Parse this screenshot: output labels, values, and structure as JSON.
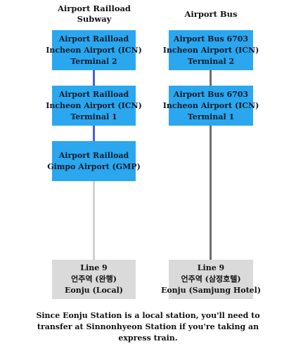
{
  "columns": {
    "subway": {
      "title_lines": [
        "Airport Railload",
        "Subway"
      ],
      "stops": [
        {
          "lines": [
            "Airport Railload",
            "Incheon Airport (ICN)",
            "Terminal 2"
          ]
        },
        {
          "lines": [
            "Airport Railload",
            "Incheon Airport (ICN)",
            "Terminal 1"
          ]
        },
        {
          "lines": [
            "Airport Railload",
            "Gimpo Airport (GMP)"
          ]
        }
      ],
      "destination": {
        "lines": [
          "Line 9",
          "언주역 (완행)",
          "Eonju (Local)"
        ]
      }
    },
    "bus": {
      "title_lines": [
        "Airport Bus"
      ],
      "stops": [
        {
          "lines": [
            "Airport Bus 6703",
            "Incheon Airport (ICN)",
            "Terminal 2"
          ]
        },
        {
          "lines": [
            "Airport Bus 6703",
            "Incheon Airport (ICN)",
            "Terminal 1"
          ]
        }
      ],
      "destination": {
        "lines": [
          "Line 9",
          "언주역 (삼정호텔)",
          "Eonju (Samjung Hotel)"
        ]
      }
    }
  },
  "footnote_lines": [
    "Since Eonju Station is a local station, you'll need to",
    "transfer at Sinnonhyeon Station if you're taking an",
    "express train."
  ],
  "colors": {
    "station_box": "#2aa7ee",
    "destination_box": "#dadada",
    "subway_rail_line": "#4a5de0",
    "subway_walk_line": "#d0d0d0",
    "bus_line": "#6e6e6e"
  }
}
